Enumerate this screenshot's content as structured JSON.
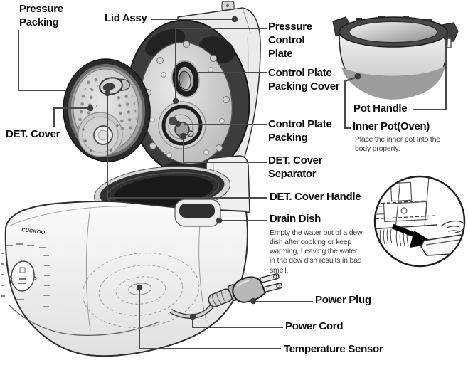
{
  "brand": {
    "logo": "CUCKOO"
  },
  "part_labels": {
    "pressure_packing": "Pressure Packing",
    "lid_assy": "Lid Assy",
    "pressure_control_plate": "Pressure Control Plate",
    "control_plate_packing_cover": "Control Plate Packing Cover",
    "control_plate_packing": "Control Plate Packing",
    "det_cover": "DET. Cover",
    "det_cover_separator": "DET. Cover Separator",
    "det_cover_handle": "DET. Cover Handle",
    "drain_dish": "Drain Dish",
    "pot_handle": "Pot Handle",
    "inner_pot": "Inner Pot(Oven)",
    "power_plug": "Power Plug",
    "power_cord": "Power Cord",
    "temperature_sensor": "Temperature Sensor"
  },
  "notes": {
    "inner_pot": "Place the inner pot Into the body property.",
    "drain_dish": "Empty the water out of a dew dish after cooking or keep warming, Leaving the water in the dew dish results in bad smell."
  },
  "colors": {
    "background": "#ffffff",
    "label_text": "#0d0d0d",
    "note_text": "#3f3f3f",
    "leader_line": "#4a4a4a",
    "dark_metal": "#3c3c3c",
    "light_metal": "#d8d8d8"
  }
}
